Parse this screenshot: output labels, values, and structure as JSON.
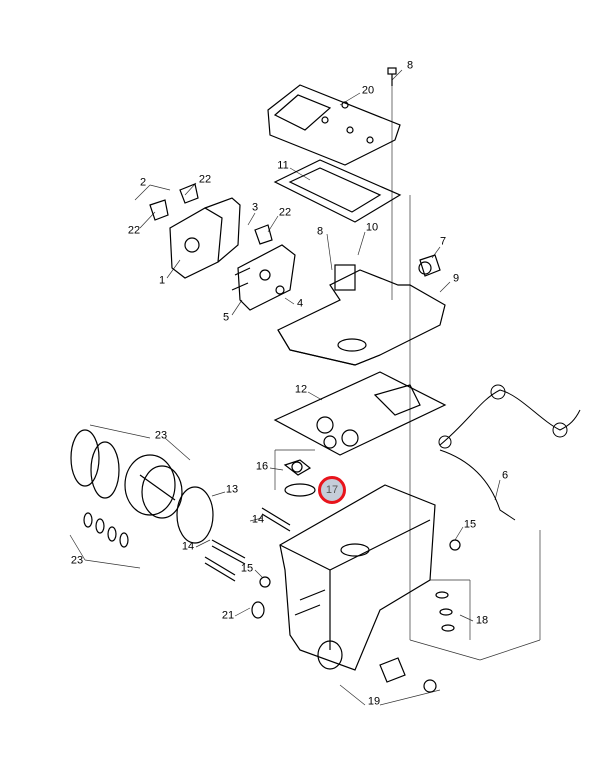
{
  "diagram": {
    "highlight_color": "#e8141c",
    "highlight_fill": "#c5cdd9",
    "callouts": [
      {
        "label": "8",
        "highlighted": false
      },
      {
        "label": "20",
        "highlighted": false
      },
      {
        "label": "11",
        "highlighted": false
      },
      {
        "label": "2",
        "highlighted": false
      },
      {
        "label": "22",
        "highlighted": false
      },
      {
        "label": "3",
        "highlighted": false
      },
      {
        "label": "22",
        "highlighted": false
      },
      {
        "label": "22",
        "highlighted": false
      },
      {
        "label": "8",
        "highlighted": false
      },
      {
        "label": "10",
        "highlighted": false
      },
      {
        "label": "7",
        "highlighted": false
      },
      {
        "label": "9",
        "highlighted": false
      },
      {
        "label": "1",
        "highlighted": false
      },
      {
        "label": "4",
        "highlighted": false
      },
      {
        "label": "5",
        "highlighted": false
      },
      {
        "label": "12",
        "highlighted": false
      },
      {
        "label": "23",
        "highlighted": false
      },
      {
        "label": "16",
        "highlighted": false
      },
      {
        "label": "17",
        "highlighted": true
      },
      {
        "label": "13",
        "highlighted": false
      },
      {
        "label": "6",
        "highlighted": false
      },
      {
        "label": "14",
        "highlighted": false
      },
      {
        "label": "15",
        "highlighted": false
      },
      {
        "label": "14",
        "highlighted": false
      },
      {
        "label": "15",
        "highlighted": false
      },
      {
        "label": "23",
        "highlighted": false
      },
      {
        "label": "21",
        "highlighted": false
      },
      {
        "label": "18",
        "highlighted": false
      },
      {
        "label": "19",
        "highlighted": false
      }
    ]
  }
}
